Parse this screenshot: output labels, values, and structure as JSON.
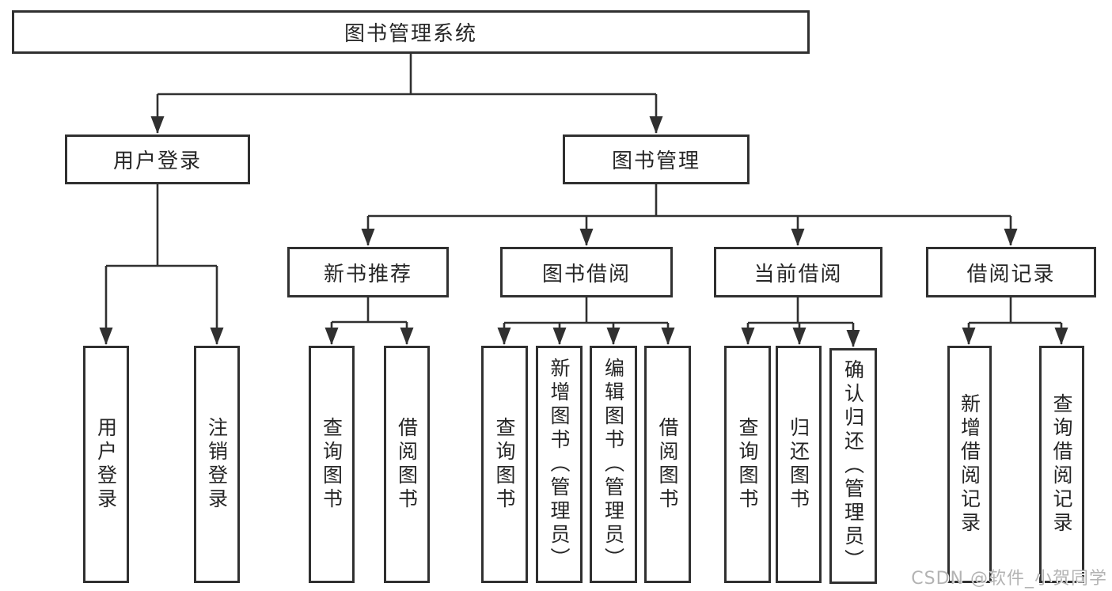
{
  "colors": {
    "line": "#303030",
    "text": "#262626",
    "watermark": "#b3b3b3",
    "background": "#ffffff"
  },
  "watermark": "CSDN @软件_小贺同学",
  "tree": {
    "label": "图书管理系统",
    "children": [
      {
        "label": "用户登录",
        "children": [
          {
            "label": "用户登录"
          },
          {
            "label": "注销登录"
          }
        ]
      },
      {
        "label": "图书管理",
        "children": [
          {
            "label": "新书推荐",
            "children": [
              {
                "label": "查询图书"
              },
              {
                "label": "借阅图书"
              }
            ]
          },
          {
            "label": "图书借阅",
            "children": [
              {
                "label": "查询图书"
              },
              {
                "label": "新增图书（管理员）"
              },
              {
                "label": "编辑图书（管理员）"
              },
              {
                "label": "借阅图书"
              }
            ]
          },
          {
            "label": "当前借阅",
            "children": [
              {
                "label": "查询图书"
              },
              {
                "label": "归还图书"
              },
              {
                "label": "确认归还（管理员）"
              }
            ]
          },
          {
            "label": "借阅记录",
            "children": [
              {
                "label": "新增借阅记录"
              },
              {
                "label": "查询借阅记录"
              }
            ]
          }
        ]
      }
    ]
  }
}
